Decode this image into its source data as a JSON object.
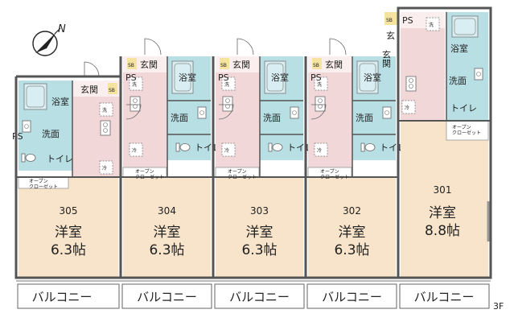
{
  "north_label": "N",
  "floor_label": "3F",
  "colors": {
    "wall": "#555555",
    "wet_area": "#b7dfe4",
    "wet_area_fixture": "#d9eef2",
    "corridor_pink": "#f1d7d8",
    "room": "#f7e4ca",
    "sb_badge": "#f6e3a0",
    "balcony_line": "#444444"
  },
  "units": [
    {
      "number": "305",
      "room_type": "洋室",
      "room_size": "6.3帖",
      "bath": "浴室",
      "washroom": "洗面",
      "toilet": "トイレ",
      "entrance": "玄関",
      "sb": "SB",
      "ps": "PS",
      "closet": "オープン\nクローゼット",
      "washer": "洗",
      "fridge": "冷",
      "balcony": "バルコニー"
    },
    {
      "number": "304",
      "room_type": "洋室",
      "room_size": "6.3帖",
      "bath": "浴室",
      "washroom": "洗面",
      "toilet": "トイレ",
      "entrance": "玄関",
      "sb": "SB",
      "ps": "PS",
      "closet": "オープン\nクローゼット",
      "washer": "洗",
      "fridge": "冷",
      "balcony": "バルコニー"
    },
    {
      "number": "303",
      "room_type": "洋室",
      "room_size": "6.3帖",
      "bath": "浴室",
      "washroom": "洗面",
      "toilet": "トイレ",
      "entrance": "玄関",
      "sb": "SB",
      "ps": "PS",
      "closet": "オープン\nクローゼット",
      "washer": "洗",
      "fridge": "冷",
      "balcony": "バルコニー"
    },
    {
      "number": "302",
      "room_type": "洋室",
      "room_size": "6.3帖",
      "bath": "浴室",
      "washroom": "洗面",
      "toilet": "トイレ",
      "entrance": "玄関",
      "sb": "SB",
      "ps": "PS",
      "closet": "オープン\nクローゼット",
      "washer": "洗",
      "fridge": "冷",
      "balcony": "バルコニー"
    },
    {
      "number": "301",
      "room_type": "洋室",
      "room_size": "8.8帖",
      "bath": "浴室",
      "washroom": "洗面",
      "toilet": "トイレ",
      "entrance": "玄関",
      "sb": "SB",
      "ps": "PS",
      "closet": "オープン\nクローゼット",
      "washer": "洗",
      "fridge": "冷",
      "balcony": "バルコニー"
    }
  ]
}
